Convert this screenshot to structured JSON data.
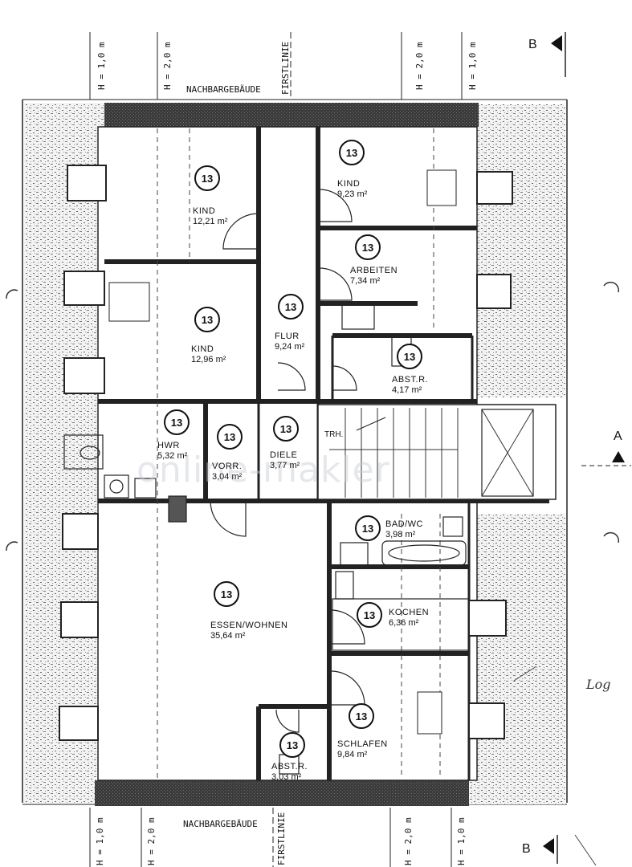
{
  "labels": {
    "neighbor_top": "NACHBARGEBÄUDE",
    "neighbor_bottom": "NACHBARGEBÄUDE",
    "ridge_top": "FIRSTLINIE",
    "ridge_bottom": "FIRSTLINIE",
    "stairs": "TRH.",
    "section_b": "B",
    "section_a": "A",
    "logo_annot": "Log",
    "watermark": "online-makler"
  },
  "dimensions": {
    "h1": "H = 1,0 m",
    "h2": "H = 2,0 m"
  },
  "circle_number": "13",
  "rooms": [
    {
      "id": "kind-1",
      "name": "KIND",
      "area": "12,21 m²"
    },
    {
      "id": "kind-2",
      "name": "KIND",
      "area": "9,23 m²"
    },
    {
      "id": "arbeiten",
      "name": "ARBEITEN",
      "area": "7,34 m²"
    },
    {
      "id": "flur",
      "name": "FLUR",
      "area": "9,24 m²"
    },
    {
      "id": "kind-3",
      "name": "KIND",
      "area": "12,96 m²"
    },
    {
      "id": "abstr-1",
      "name": "ABST.R.",
      "area": "4,17 m²"
    },
    {
      "id": "hwr",
      "name": "HWR",
      "area": "5,32 m²"
    },
    {
      "id": "vorr",
      "name": "VORR.",
      "area": "3,04 m²"
    },
    {
      "id": "diele",
      "name": "DIELE",
      "area": "3,77 m²"
    },
    {
      "id": "badwc",
      "name": "BAD/WC",
      "area": "3,98 m²"
    },
    {
      "id": "essen",
      "name": "ESSEN/WOHNEN",
      "area": "35,64 m²"
    },
    {
      "id": "kochen",
      "name": "KOCHEN",
      "area": "6,36 m²"
    },
    {
      "id": "schlafen",
      "name": "SCHLAFEN",
      "area": "9,84 m²"
    },
    {
      "id": "abstr-2",
      "name": "ABST.R.",
      "area": "3,03 m²"
    }
  ]
}
